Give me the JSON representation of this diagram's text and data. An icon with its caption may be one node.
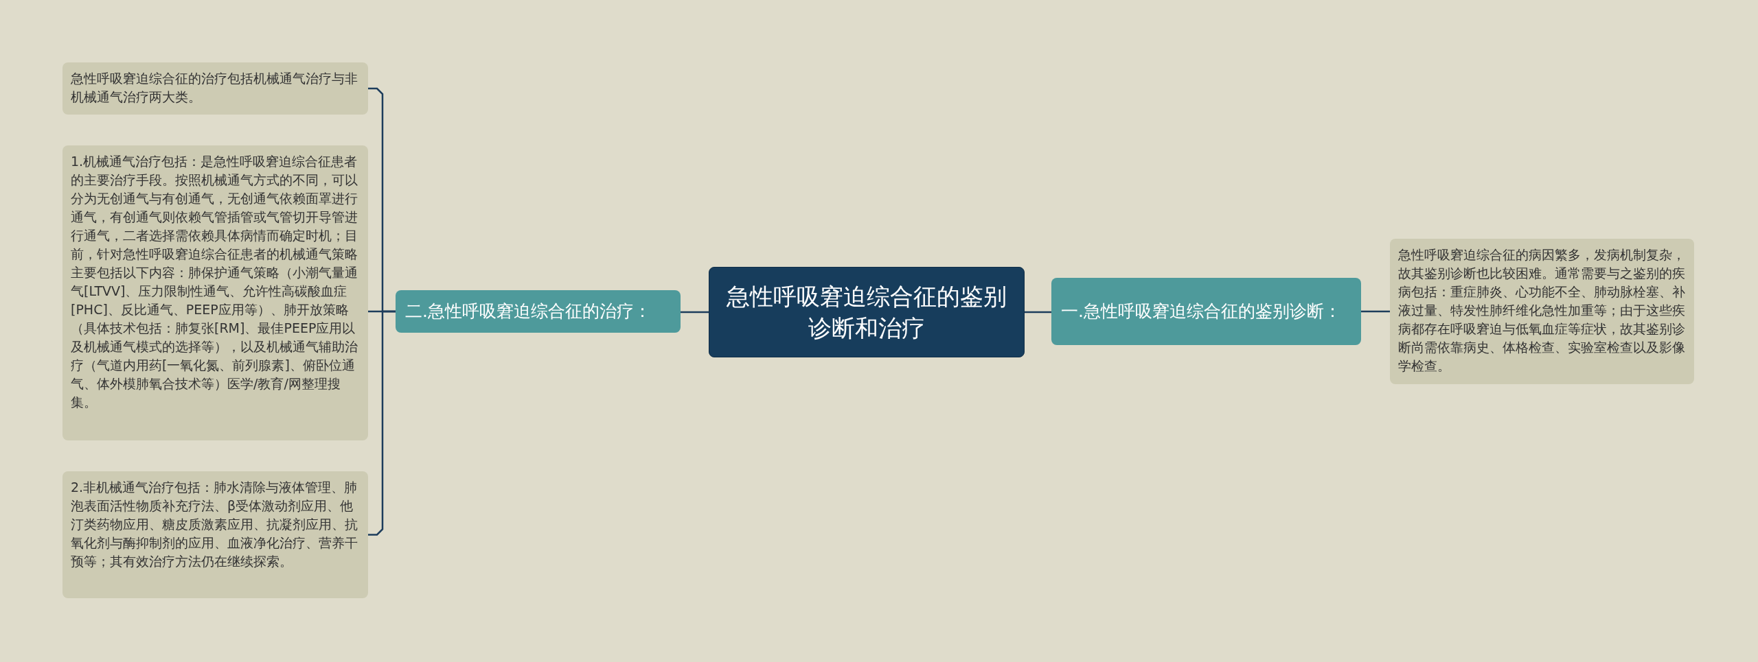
{
  "diagram": {
    "nodes": [
      {
        "text": [
          "急性呼吸窘迫综合征的鉴别诊断和治疗"
        ]
      },
      {
        "text": [
          "一.急性呼吸窘迫综合征的鉴别诊断："
        ]
      },
      {
        "text": [
          "急性呼吸窘迫综合征的病因繁多，发病机制复杂，故其鉴别诊断也比较困难。通常需要与之鉴别的疾病包括：重症肺炎、心功能不全、肺动脉栓塞、补液过量、特发性肺纤维化急性加重等；由于这些疾病都存在呼吸窘迫与低氧血症等症状，故其鉴别诊断尚需依靠病史、体格检查、实验室检查以及影像学检查。"
        ]
      },
      {
        "text": [
          "二.急性呼吸窘迫综合征的治疗："
        ]
      },
      {
        "text": [
          "急性呼吸窘迫综合征的治疗包括机械通气治疗与非机械通气治疗两大类。"
        ]
      },
      {
        "text": [
          "1.机械通气治疗包括：是急性呼吸窘迫综合征患者的主要治疗手段。按照机械通气方式的不同，可以分为无创通气与有创通气，无创通气依赖面罩进行通气，有创通气则依赖气管插管或气管切开导管进行通气，二者选择需依赖具体病情而确定时机；目前，针对急性呼吸窘迫综合征患者的机械通气策略主要包括以下内容：肺保护通气策略（小潮气量通气[LTVV]、压力限制性通气、允许性高碳酸血症[PHC]、反比通气、PEEP应用等）、肺开放策略（具体技术包括：肺复张[RM]、最佳PEEP应用以及机械通气模式的选择等），以及机械通气辅助治疗（气道内用药[一氧化氮、前列腺素]、俯卧位通气、体外模肺氧合技术等）医学/教育/网整理搜集。"
        ]
      },
      {
        "text": [
          "2.非机械通气治疗包括：肺水清除与液体管理、肺泡表面活性物质补充疗法、β受体激动剂应用、他汀类药物应用、糖皮质激素应用、抗凝剂应用、抗氧化剂与酶抑制剂的应用、血液净化治疗、营养干预等；其有效治疗方法仍在继续探索。"
        ]
      }
    ],
    "edges": [
      {
        "from": 0,
        "to": 1,
        "arrow": "none"
      },
      {
        "from": 1,
        "to": 2,
        "arrow": "none"
      },
      {
        "from": 0,
        "to": 3,
        "arrow": "none"
      },
      {
        "from": 3,
        "to": 4,
        "arrow": "none"
      },
      {
        "from": 3,
        "to": 5,
        "arrow": "none"
      },
      {
        "from": 3,
        "to": 6,
        "arrow": "none"
      }
    ]
  }
}
